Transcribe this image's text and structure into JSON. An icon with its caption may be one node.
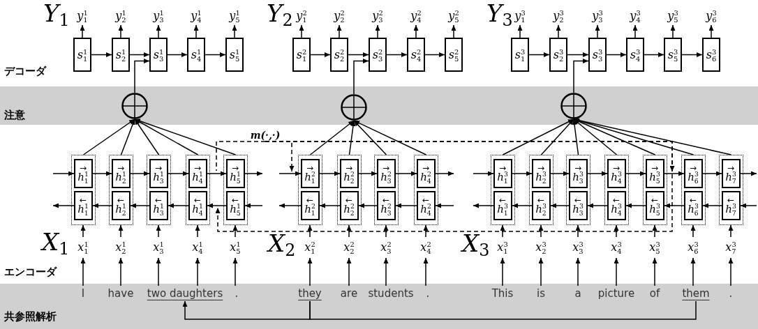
{
  "diagram": {
    "nodes": [
      {
        "text": [
          "y$^{1}$$_{1}$"
        ]
      },
      {
        "text": [
          "y$^{1}$$_{2}$"
        ]
      },
      {
        "text": [
          "y$^{1}$$_{3}$"
        ]
      },
      {
        "text": [
          "y$^{1}$$_{4}$"
        ]
      },
      {
        "text": [
          "y$^{1}$$_{5}$"
        ]
      },
      {
        "text": [
          "s$^{1}$$_{1}$"
        ]
      },
      {
        "text": [
          "s$^{1}$$_{2}$"
        ]
      },
      {
        "text": [
          "s$^{1}$$_{3}$"
        ]
      },
      {
        "text": [
          "s$^{1}$$_{4}$"
        ]
      },
      {
        "text": [
          "s$^{1}$$_{5}$"
        ]
      },
      {
        "text": [
          "y$^{2}$$_{1}$"
        ]
      },
      {
        "text": [
          "y$^{2}$$_{2}$"
        ]
      },
      {
        "text": [
          "y$^{2}$$_{3}$"
        ]
      },
      {
        "text": [
          "y$^{2}$$_{4}$"
        ]
      },
      {
        "text": [
          "y$^{2}$$_{5}$"
        ]
      },
      {
        "text": [
          "s$^{2}$$_{1}$"
        ]
      },
      {
        "text": [
          "s$^{2}$$_{2}$"
        ]
      },
      {
        "text": [
          "s$^{2}$$_{3}$"
        ]
      },
      {
        "text": [
          "s$^{2}$$_{4}$"
        ]
      },
      {
        "text": [
          "s$^{2}$$_{5}$"
        ]
      },
      {
        "text": [
          "y$^{3}$$_{1}$"
        ]
      },
      {
        "text": [
          "y$^{3}$$_{2}$"
        ]
      },
      {
        "text": [
          "y$^{3}$$_{3}$"
        ]
      },
      {
        "text": [
          "y$^{3}$$_{4}$"
        ]
      },
      {
        "text": [
          "y$^{3}$$_{5}$"
        ]
      },
      {
        "text": [
          "y$^{3}$$_{6}$"
        ]
      },
      {
        "text": [
          "s$^{3}$$_{1}$"
        ]
      },
      {
        "text": [
          "s$^{3}$$_{2}$"
        ]
      },
      {
        "text": [
          "s$^{3}$$_{3}$"
        ]
      },
      {
        "text": [
          "s$^{3}$$_{4}$"
        ]
      },
      {
        "text": [
          "s$^{3}$$_{5}$"
        ]
      },
      {
        "text": [
          "s$^{3}$$_{6}$"
        ]
      },
      {
        "text": [],
        "shape": "circle"
      },
      {
        "text": [],
        "shape": "circle"
      },
      {
        "text": [],
        "shape": "circle"
      },
      {
        "text": [
          "m(·,·)"
        ]
      },
      {
        "text": [],
        "shape": "box"
      },
      {
        "text": [
          "→",
          "h$^{1}$$_{1}$"
        ],
        "in": 36
      },
      {
        "text": [
          "←",
          "h$^{1}$$_{1}$"
        ],
        "in": 36
      },
      {
        "text": [],
        "shape": "box"
      },
      {
        "text": [
          "→",
          "h$^{1}$$_{2}$"
        ],
        "in": 39
      },
      {
        "text": [
          "←",
          "h$^{1}$$_{2}$"
        ],
        "in": 39
      },
      {
        "text": [],
        "shape": "box"
      },
      {
        "text": [
          "→",
          "h$^{1}$$_{3}$"
        ],
        "in": 42
      },
      {
        "text": [
          "←",
          "h$^{1}$$_{3}$"
        ],
        "in": 42
      },
      {
        "text": [],
        "shape": "box"
      },
      {
        "text": [
          "→",
          "h$^{1}$$_{4}$"
        ],
        "in": 45
      },
      {
        "text": [
          "←",
          "h$^{1}$$_{4}$"
        ],
        "in": 45
      },
      {
        "text": [],
        "shape": "box"
      },
      {
        "text": [
          "→",
          "h$^{1}$$_{5}$"
        ],
        "in": 48
      },
      {
        "text": [
          "←",
          "h$^{1}$$_{5}$"
        ],
        "in": 48
      },
      {
        "text": [],
        "shape": "box"
      },
      {
        "text": [
          "→",
          "h$^{2}$$_{1}$"
        ],
        "in": 51
      },
      {
        "text": [
          "←",
          "h$^{2}$$_{1}$"
        ],
        "in": 51
      },
      {
        "text": [],
        "shape": "box"
      },
      {
        "text": [
          "→",
          "h$^{2}$$_{2}$"
        ],
        "in": 54
      },
      {
        "text": [
          "←",
          "h$^{2}$$_{2}$"
        ],
        "in": 54
      },
      {
        "text": [],
        "shape": "box"
      },
      {
        "text": [
          "→",
          "h$^{2}$$_{3}$"
        ],
        "in": 57
      },
      {
        "text": [
          "←",
          "h$^{2}$$_{3}$"
        ],
        "in": 57
      },
      {
        "text": [],
        "shape": "box"
      },
      {
        "text": [
          "→",
          "h$^{2}$$_{4}$"
        ],
        "in": 60
      },
      {
        "text": [
          "←",
          "h$^{2}$$_{4}$"
        ],
        "in": 60
      },
      {
        "text": [],
        "shape": "box"
      },
      {
        "text": [
          "→",
          "h$^{3}$$_{1}$"
        ],
        "in": 63
      },
      {
        "text": [
          "←",
          "h$^{3}$$_{1}$"
        ],
        "in": 63
      },
      {
        "text": [],
        "shape": "box"
      },
      {
        "text": [
          "→",
          "h$^{3}$$_{2}$"
        ],
        "in": 66
      },
      {
        "text": [
          "←",
          "h$^{3}$$_{2}$"
        ],
        "in": 66
      },
      {
        "text": [],
        "shape": "box"
      },
      {
        "text": [
          "→",
          "h$^{3}$$_{3}$"
        ],
        "in": 69
      },
      {
        "text": [
          "←",
          "h$^{3}$$_{3}$"
        ],
        "in": 69
      },
      {
        "text": [],
        "shape": "box"
      },
      {
        "text": [
          "→",
          "h$^{3}$$_{4}$"
        ],
        "in": 72
      },
      {
        "text": [
          "←",
          "h$^{3}$$_{4}$"
        ],
        "in": 72
      },
      {
        "text": [],
        "shape": "box"
      },
      {
        "text": [
          "→",
          "h$^{3}$$_{5}$"
        ],
        "in": 75
      },
      {
        "text": [
          "←",
          "h$^{3}$$_{5}$"
        ],
        "in": 75
      },
      {
        "text": [],
        "shape": "box"
      },
      {
        "text": [
          "→",
          "h$^{3}$$_{6}$"
        ],
        "in": 78
      },
      {
        "text": [
          "←",
          "h$^{3}$$_{6}$"
        ],
        "in": 78
      },
      {
        "text": [],
        "shape": "box"
      },
      {
        "text": [
          "→",
          "h$^{3}$$_{7}$"
        ],
        "in": 81
      },
      {
        "text": [
          "←",
          "h$^{3}$$_{7}$"
        ],
        "in": 81
      },
      {
        "text": [
          "x$^{1}$$_{1}$"
        ]
      },
      {
        "text": [
          "x$^{1}$$_{2}$"
        ]
      },
      {
        "text": [
          "x$^{1}$$_{3}$"
        ]
      },
      {
        "text": [
          "x$^{1}$$_{4}$"
        ]
      },
      {
        "text": [
          "x$^{1}$$_{5}$"
        ]
      },
      {
        "text": [
          "x$^{2}$$_{1}$"
        ]
      },
      {
        "text": [
          "x$^{2}$$_{2}$"
        ]
      },
      {
        "text": [
          "x$^{2}$$_{3}$"
        ]
      },
      {
        "text": [
          "x$^{2}$$_{4}$"
        ]
      },
      {
        "text": [
          "x$^{3}$$_{1}$"
        ]
      },
      {
        "text": [
          "x$^{3}$$_{2}$"
        ]
      },
      {
        "text": [
          "x$^{3}$$_{3}$"
        ]
      },
      {
        "text": [
          "x$^{3}$$_{4}$"
        ]
      },
      {
        "text": [
          "x$^{3}$$_{5}$"
        ]
      },
      {
        "text": [
          "x$^{3}$$_{6}$"
        ]
      },
      {
        "text": [
          "x$^{3}$$_{7}$"
        ]
      },
      {
        "text": [
          "I"
        ]
      },
      {
        "text": [
          "have"
        ]
      },
      {
        "text": [
          "two daughters"
        ]
      },
      {
        "text": [
          "."
        ]
      },
      {
        "text": [
          "they"
        ]
      },
      {
        "text": [
          "are"
        ]
      },
      {
        "text": [
          "students"
        ]
      },
      {
        "text": [
          "."
        ]
      },
      {
        "text": [
          "This"
        ]
      },
      {
        "text": [
          "is"
        ]
      },
      {
        "text": [
          "a"
        ]
      },
      {
        "text": [
          "picture"
        ]
      },
      {
        "text": [
          "of"
        ]
      },
      {
        "text": [
          "them"
        ]
      },
      {
        "text": [
          "."
        ]
      }
    ],
    "edges": [
      {
        "from": 5,
        "to": 6,
        "arrow": "to"
      },
      {
        "from": 6,
        "to": 7,
        "arrow": "to"
      },
      {
        "from": 7,
        "to": 8,
        "arrow": "to"
      },
      {
        "from": 8,
        "to": 9,
        "arrow": "to"
      },
      {
        "from": 15,
        "to": 16,
        "arrow": "to"
      },
      {
        "from": 16,
        "to": 17,
        "arrow": "to"
      },
      {
        "from": 17,
        "to": 18,
        "arrow": "to"
      },
      {
        "from": 18,
        "to": 19,
        "arrow": "to"
      },
      {
        "from": 26,
        "to": 27,
        "arrow": "to"
      },
      {
        "from": 27,
        "to": 28,
        "arrow": "to"
      },
      {
        "from": 28,
        "to": 29,
        "arrow": "to"
      },
      {
        "from": 29,
        "to": 30,
        "arrow": "to"
      },
      {
        "from": 30,
        "to": 31,
        "arrow": "to"
      },
      {
        "from": 5,
        "to": 0,
        "arrow": "to"
      },
      {
        "from": 6,
        "to": 1,
        "arrow": "to"
      },
      {
        "from": 7,
        "to": 2,
        "arrow": "to"
      },
      {
        "from": 8,
        "to": 3,
        "arrow": "to"
      },
      {
        "from": 9,
        "to": 4,
        "arrow": "to"
      },
      {
        "from": 15,
        "to": 10,
        "arrow": "to"
      },
      {
        "from": 16,
        "to": 11,
        "arrow": "to"
      },
      {
        "from": 17,
        "to": 12,
        "arrow": "to"
      },
      {
        "from": 18,
        "to": 13,
        "arrow": "to"
      },
      {
        "from": 19,
        "to": 14,
        "arrow": "to"
      },
      {
        "from": 26,
        "to": 20,
        "arrow": "to"
      },
      {
        "from": 27,
        "to": 21,
        "arrow": "to"
      },
      {
        "from": 28,
        "to": 22,
        "arrow": "to"
      },
      {
        "from": 29,
        "to": 23,
        "arrow": "to"
      },
      {
        "from": 30,
        "to": 24,
        "arrow": "to"
      },
      {
        "from": 31,
        "to": 25,
        "arrow": "to"
      },
      {
        "from": 32,
        "to": 7,
        "arrow": "to"
      },
      {
        "from": 33,
        "to": 17,
        "arrow": "to"
      },
      {
        "from": 34,
        "to": 28,
        "arrow": "to"
      },
      {
        "from": 36,
        "to": 32,
        "arrow": "to"
      },
      {
        "from": 39,
        "to": 32,
        "arrow": "to"
      },
      {
        "from": 42,
        "to": 32,
        "arrow": "to"
      },
      {
        "from": 45,
        "to": 32,
        "arrow": "to"
      },
      {
        "from": 48,
        "to": 32,
        "arrow": "to"
      },
      {
        "from": 51,
        "to": 33,
        "arrow": "to"
      },
      {
        "from": 54,
        "to": 33,
        "arrow": "to"
      },
      {
        "from": 57,
        "to": 33,
        "arrow": "to"
      },
      {
        "from": 60,
        "to": 33,
        "arrow": "to"
      },
      {
        "from": 63,
        "to": 34,
        "arrow": "to"
      },
      {
        "from": 66,
        "to": 34,
        "arrow": "to"
      },
      {
        "from": 69,
        "to": 34,
        "arrow": "to"
      },
      {
        "from": 72,
        "to": 34,
        "arrow": "to"
      },
      {
        "from": 75,
        "to": 34,
        "arrow": "to"
      },
      {
        "from": 78,
        "to": 34,
        "arrow": "to"
      },
      {
        "from": 81,
        "to": 34,
        "arrow": "to"
      },
      {
        "from": null,
        "to": 37,
        "arrow": "to"
      },
      {
        "from": 37,
        "to": 40,
        "arrow": "to"
      },
      {
        "from": 40,
        "to": 43,
        "arrow": "to"
      },
      {
        "from": 43,
        "to": 46,
        "arrow": "to"
      },
      {
        "from": 46,
        "to": 49,
        "arrow": "to"
      },
      {
        "from": 49,
        "to": null,
        "arrow": "to"
      },
      {
        "from": null,
        "to": 50,
        "arrow": "to"
      },
      {
        "from": 50,
        "to": 47,
        "arrow": "to"
      },
      {
        "from": 47,
        "to": 44,
        "arrow": "to"
      },
      {
        "from": 44,
        "to": 41,
        "arrow": "to"
      },
      {
        "from": 41,
        "to": 38,
        "arrow": "to"
      },
      {
        "from": 38,
        "to": null,
        "arrow": "to"
      },
      {
        "from": null,
        "to": 52,
        "arrow": "to"
      },
      {
        "from": 52,
        "to": 55,
        "arrow": "to"
      },
      {
        "from": 55,
        "to": 58,
        "arrow": "to"
      },
      {
        "from": 58,
        "to": 61,
        "arrow": "to"
      },
      {
        "from": 61,
        "to": null,
        "arrow": "to"
      },
      {
        "from": null,
        "to": 62,
        "arrow": "to"
      },
      {
        "from": 62,
        "to": 59,
        "arrow": "to"
      },
      {
        "from": 59,
        "to": 56,
        "arrow": "to"
      },
      {
        "from": 56,
        "to": 53,
        "arrow": "to"
      },
      {
        "from": 53,
        "to": null,
        "arrow": "to"
      },
      {
        "from": null,
        "to": 64,
        "arrow": "to"
      },
      {
        "from": 64,
        "to": 67,
        "arrow": "to"
      },
      {
        "from": 67,
        "to": 70,
        "arrow": "to"
      },
      {
        "from": 70,
        "to": 73,
        "arrow": "to"
      },
      {
        "from": 73,
        "to": 76,
        "arrow": "to"
      },
      {
        "from": 76,
        "to": 79,
        "arrow": "to"
      },
      {
        "from": 79,
        "to": 82,
        "arrow": "to"
      },
      {
        "from": 82,
        "to": null,
        "arrow": "to"
      },
      {
        "from": null,
        "to": 83,
        "arrow": "to"
      },
      {
        "from": 83,
        "to": 80,
        "arrow": "to"
      },
      {
        "from": 80,
        "to": 77,
        "arrow": "to"
      },
      {
        "from": 77,
        "to": 74,
        "arrow": "to"
      },
      {
        "from": 74,
        "to": 71,
        "arrow": "to"
      },
      {
        "from": 71,
        "to": 68,
        "arrow": "to"
      },
      {
        "from": 68,
        "to": 65,
        "arrow": "to"
      },
      {
        "from": 65,
        "to": null,
        "arrow": "to"
      },
      {
        "from": 84,
        "to": 36,
        "arrow": "to"
      },
      {
        "from": 85,
        "to": 39,
        "arrow": "to"
      },
      {
        "from": 86,
        "to": 42,
        "arrow": "to"
      },
      {
        "from": 87,
        "to": 45,
        "arrow": "to"
      },
      {
        "from": 88,
        "to": 48,
        "arrow": "to"
      },
      {
        "from": 89,
        "to": 51,
        "arrow": "to"
      },
      {
        "from": 90,
        "to": 54,
        "arrow": "to"
      },
      {
        "from": 91,
        "to": 57,
        "arrow": "to"
      },
      {
        "from": 92,
        "to": 60,
        "arrow": "to"
      },
      {
        "from": 93,
        "to": 63,
        "arrow": "to"
      },
      {
        "from": 94,
        "to": 66,
        "arrow": "to"
      },
      {
        "from": 95,
        "to": 69,
        "arrow": "to"
      },
      {
        "from": 96,
        "to": 72,
        "arrow": "to"
      },
      {
        "from": 97,
        "to": 75,
        "arrow": "to"
      },
      {
        "from": 98,
        "to": 78,
        "arrow": "to"
      },
      {
        "from": 99,
        "to": 81,
        "arrow": "to"
      },
      {
        "from": 100,
        "to": 84,
        "arrow": "to"
      },
      {
        "from": 101,
        "to": 85,
        "arrow": "to"
      },
      {
        "from": 102,
        "to": 86,
        "arrow": "to"
      },
      {
        "from": 102,
        "to": 87,
        "arrow": "to"
      },
      {
        "from": 103,
        "to": 88,
        "arrow": "to"
      },
      {
        "from": 104,
        "to": 89,
        "arrow": "to"
      },
      {
        "from": 105,
        "to": 90,
        "arrow": "to"
      },
      {
        "from": 106,
        "to": 91,
        "arrow": "to"
      },
      {
        "from": 107,
        "to": 92,
        "arrow": "to"
      },
      {
        "from": 108,
        "to": 93,
        "arrow": "to"
      },
      {
        "from": 109,
        "to": 94,
        "arrow": "to"
      },
      {
        "from": 110,
        "to": 95,
        "arrow": "to"
      },
      {
        "from": 111,
        "to": 96,
        "arrow": "to"
      },
      {
        "from": 112,
        "to": 97,
        "arrow": "to"
      },
      {
        "from": 113,
        "to": 98,
        "arrow": "to"
      },
      {
        "from": 114,
        "to": 99,
        "arrow": "to"
      },
      {
        "from": 104,
        "to": 102,
        "arrow": "to"
      },
      {
        "from": 104,
        "to": 113,
        "arrow": "none"
      },
      {
        "from": 35,
        "to": 49,
        "arrow": "none",
        "style": "dashed"
      },
      {
        "from": 35,
        "to": 52,
        "arrow": "to",
        "style": "dashed"
      },
      {
        "from": 35,
        "to": 79,
        "arrow": "to",
        "style": "dashed"
      },
      {
        "from": 35,
        "to": 47,
        "arrow": "to",
        "style": "dashed"
      }
    ],
    "labels": [
      "Y$_{1}$",
      "Y$_{2}$",
      "Y$_{3}$",
      "デコーダ",
      "注意",
      "X$_{1}$",
      "X$_{2}$",
      "X$_{3}$",
      "エンコーダ",
      "共参照解析"
    ]
  }
}
